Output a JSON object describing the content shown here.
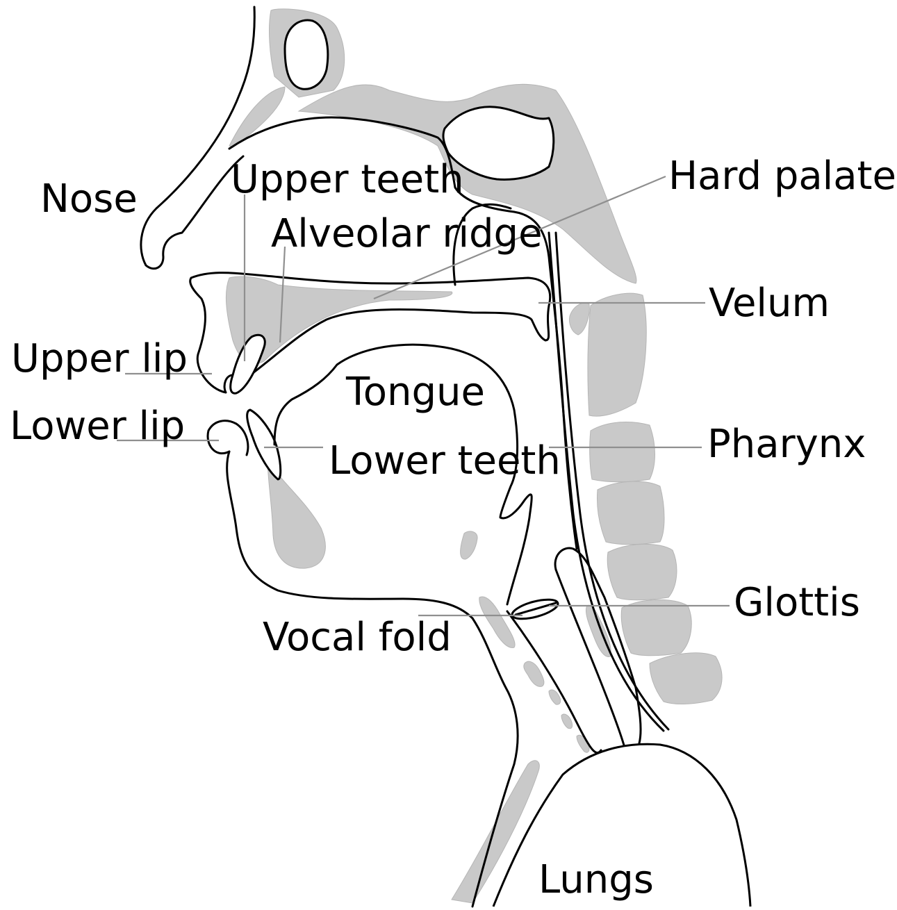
{
  "labels": {
    "nose": "Nose",
    "upper_teeth": "Upper teeth",
    "alveolar_ridge": "Alveolar ridge",
    "hard_palate": "Hard palate",
    "velum": "Velum",
    "upper_lip": "Upper lip",
    "tongue": "Tongue",
    "lower_lip": "Lower lip",
    "lower_teeth": "Lower teeth",
    "pharynx": "Pharynx",
    "glottis": "Glottis",
    "vocal_fold": "Vocal fold",
    "lungs": "Lungs"
  },
  "colors": {
    "bone": "#c9c9c9",
    "outline": "#000000",
    "leader": "#8f8f8f"
  }
}
